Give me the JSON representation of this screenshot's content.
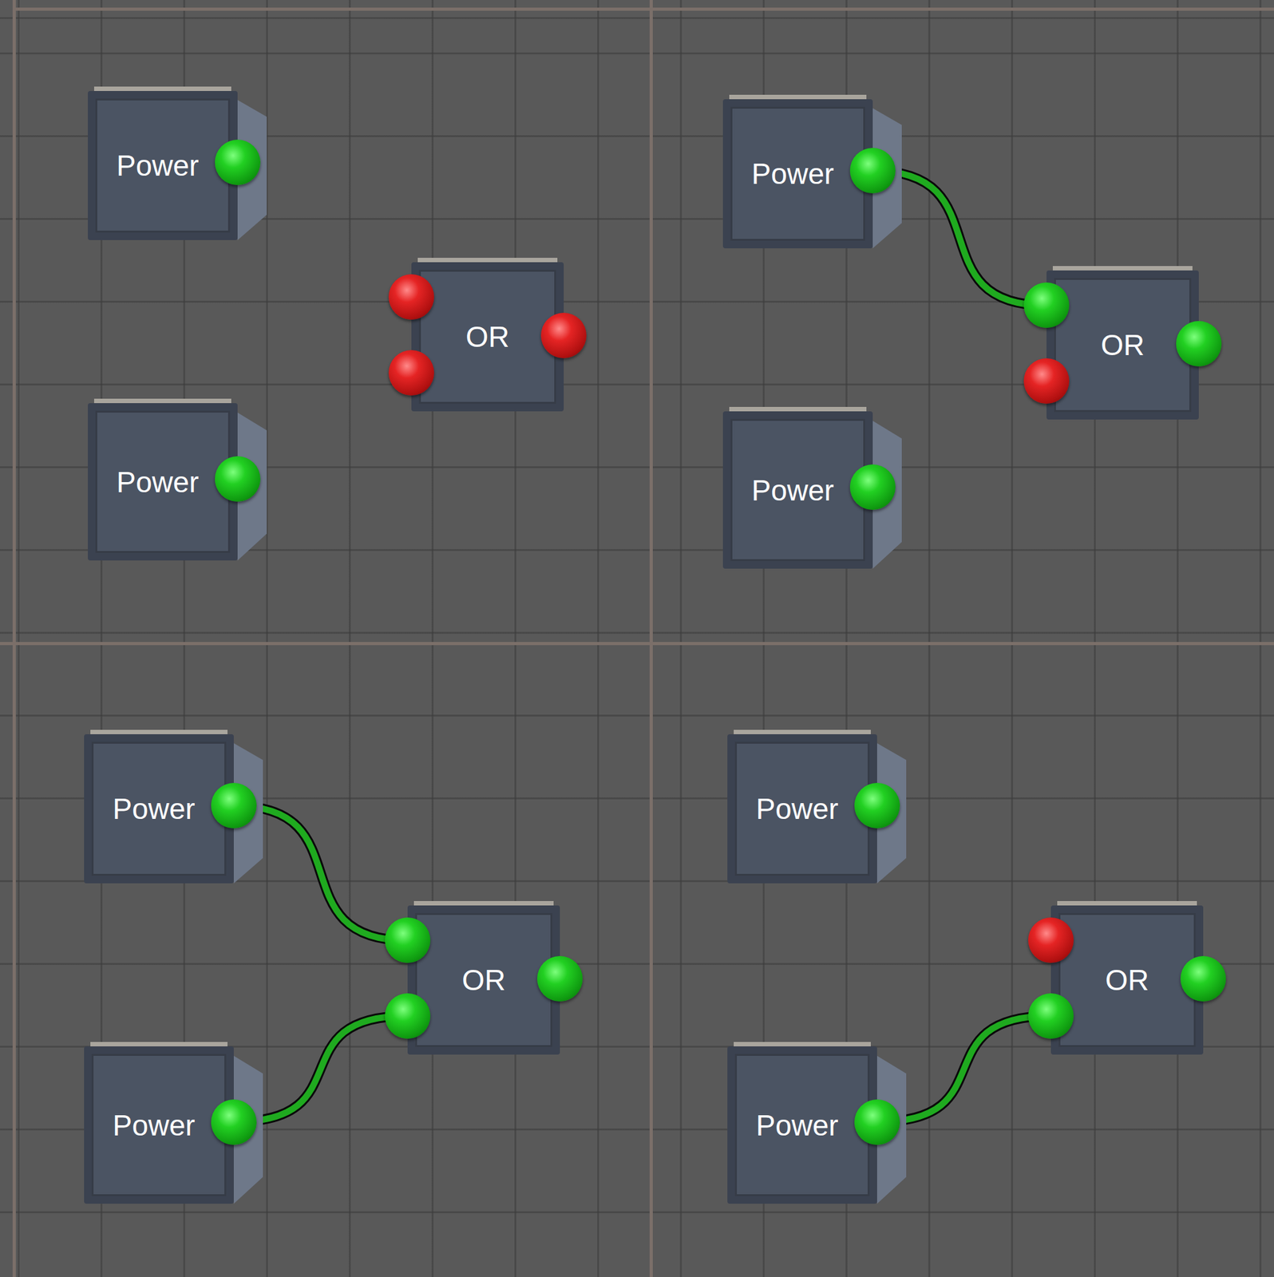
{
  "diagram": {
    "nodes": [
      {
        "text": [
          "Power"
        ]
      },
      {
        "text": [
          "Power"
        ]
      },
      {
        "text": [
          "OR"
        ]
      },
      {
        "text": [
          "Power"
        ]
      },
      {
        "text": [
          "Power"
        ]
      },
      {
        "text": [
          "OR"
        ]
      },
      {
        "text": [
          "Power"
        ]
      },
      {
        "text": [
          "Power"
        ]
      },
      {
        "text": [
          "OR"
        ]
      },
      {
        "text": [
          "Power"
        ]
      },
      {
        "text": [
          "Power"
        ]
      },
      {
        "text": [
          "OR"
        ]
      }
    ],
    "edges": [
      {
        "from": 3,
        "to": 5,
        "arrow": "none"
      },
      {
        "from": 6,
        "to": 8,
        "arrow": "none"
      },
      {
        "from": 7,
        "to": 8,
        "arrow": "none"
      },
      {
        "from": 10,
        "to": 11,
        "arrow": "none"
      }
    ]
  }
}
